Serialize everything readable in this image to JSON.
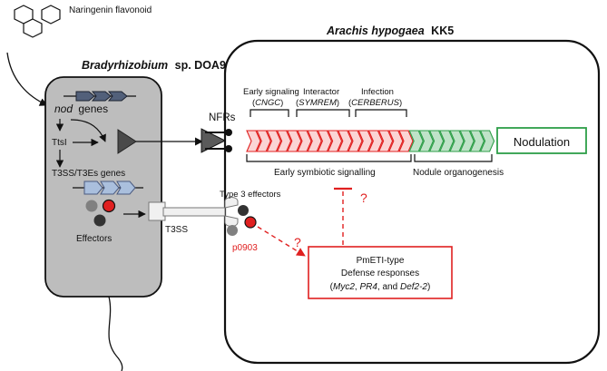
{
  "flavonoid": {
    "label": "Naringenin flavonoid"
  },
  "host": {
    "title_species": "Arachis hypogaea",
    "title_strain": "KK5"
  },
  "bacterium": {
    "title_species": "Bradyrhizobium",
    "title_rest": "sp. DOA9"
  },
  "genes": {
    "nod_italic": "nod",
    "nod_rest": "genes",
    "ttsi": "TtsI",
    "t3ss_genes": "T3SS/T3Es genes",
    "effectors": "Effectors"
  },
  "secretion": {
    "t3ss": "T3SS",
    "type3_effectors": "Type 3 effectors",
    "p0903": "p0903"
  },
  "receptors": {
    "nfrs": "NFRs"
  },
  "signaling": {
    "early_label": "Early signaling",
    "early_gene": "CNGC",
    "interactor_label": "Interactor",
    "interactor_gene": "SYMREM",
    "infection_label": "Infection",
    "infection_gene": "CERBERUS",
    "early_symbiotic": "Early symbiotic signalling",
    "nodule_organogenesis": "Nodule organogenesis",
    "nodulation": "Nodulation"
  },
  "defense": {
    "line1": "PmETI-type",
    "line2": "Defense responses",
    "myc2": "Myc2",
    "comma1": ",",
    "pr4": "PR4",
    "and_text": ", and",
    "def2": "Def2-2"
  },
  "question_marks": {
    "q1": "?",
    "q2": "?",
    "q3": "?"
  },
  "colors": {
    "red": "#e02020",
    "green": "#2e9e48",
    "green_fill": "#bfe3c8",
    "red_fill": "#fbd4d4",
    "blue_fill": "#6d7fa6",
    "cell_fill": "#bdbdbd"
  }
}
